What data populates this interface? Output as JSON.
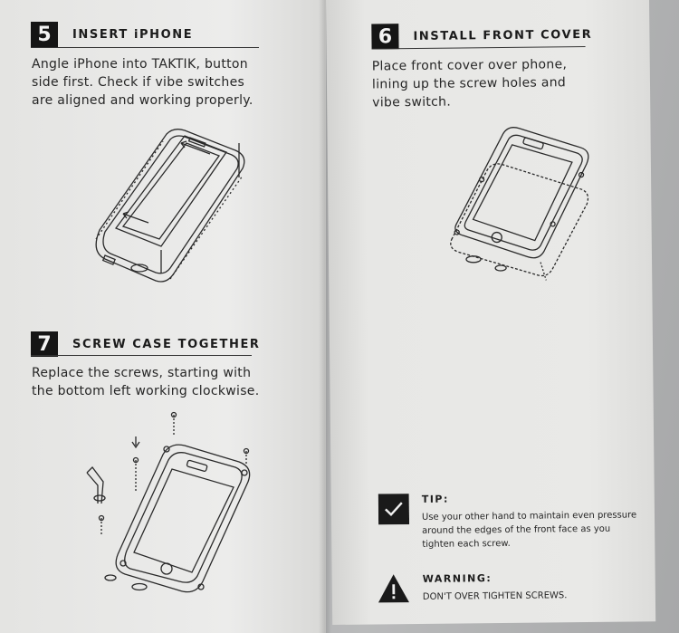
{
  "step5": {
    "number": "5",
    "title": "INSERT iPHONE",
    "lines": [
      "Angle iPhone into TAKTIK, button",
      "side first. Check if vibe switches",
      "are aligned and working properly."
    ]
  },
  "step6": {
    "number": "6",
    "title": "INSTALL FRONT COVER",
    "lines": [
      "Place front cover over phone,",
      "lining up the screw holes and",
      "vibe switch."
    ]
  },
  "step7": {
    "number": "7",
    "title": "SCREW CASE TOGETHER",
    "lines": [
      "Replace the  screws,  starting with",
      "the bottom left working clockwise."
    ]
  },
  "tip": {
    "title": "TIP:",
    "lines": [
      "Use your other hand to maintain even pressure",
      "around the edges of the front face as you",
      "tighten each screw."
    ],
    "icon": "checkmark-icon"
  },
  "warning": {
    "title": "WARNING:",
    "lines": [
      "DON'T OVER TIGHTEN SCREWS."
    ],
    "icon": "warning-icon"
  },
  "colors": {
    "ink": "#1b1b1b",
    "paper": "#e9e9e7",
    "backdrop": "#a5a6a7"
  }
}
